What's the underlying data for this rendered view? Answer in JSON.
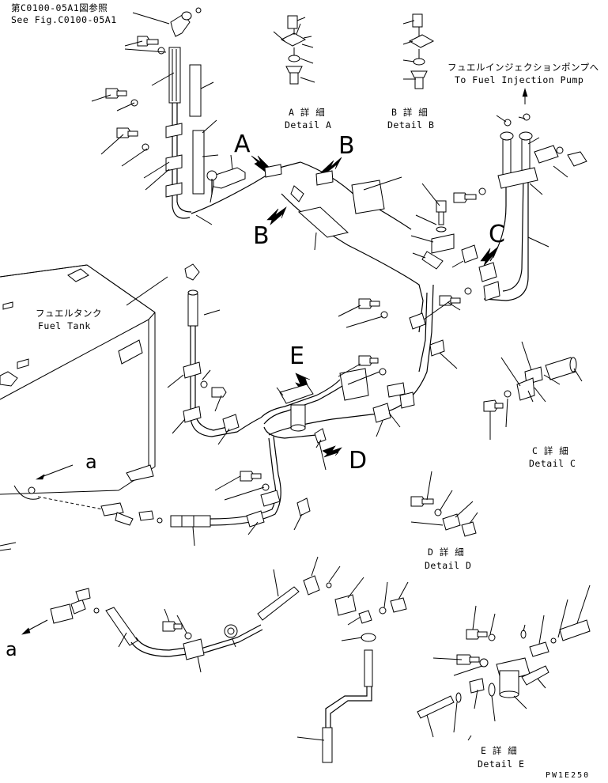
{
  "notes": {
    "see_fig_jp": "第C0100-05A1図参照",
    "see_fig_en": "See Fig.C0100-05A1",
    "to_pump_jp": "フュエルインジェクションポンプへ",
    "to_pump_en": "To Fuel Injection Pump",
    "fuel_tank_jp": "フュエルタンク",
    "fuel_tank_en": "Fuel Tank",
    "drawing_code": "PW1E250"
  },
  "callouts": {
    "A": "A",
    "B": "B",
    "B2": "B",
    "C": "C",
    "D": "D",
    "E": "E",
    "a1": "a",
    "a2": "a"
  },
  "details": {
    "a_jp": "A 詳 細",
    "a_en": "Detail A",
    "b_jp": "B 詳 細",
    "b_en": "Detail B",
    "c_jp": "C 詳 細",
    "c_en": "Detail C",
    "d_jp": "D 詳 細",
    "d_en": "Detail D",
    "e_jp": "E 詳 細",
    "e_en": "Detail E"
  }
}
